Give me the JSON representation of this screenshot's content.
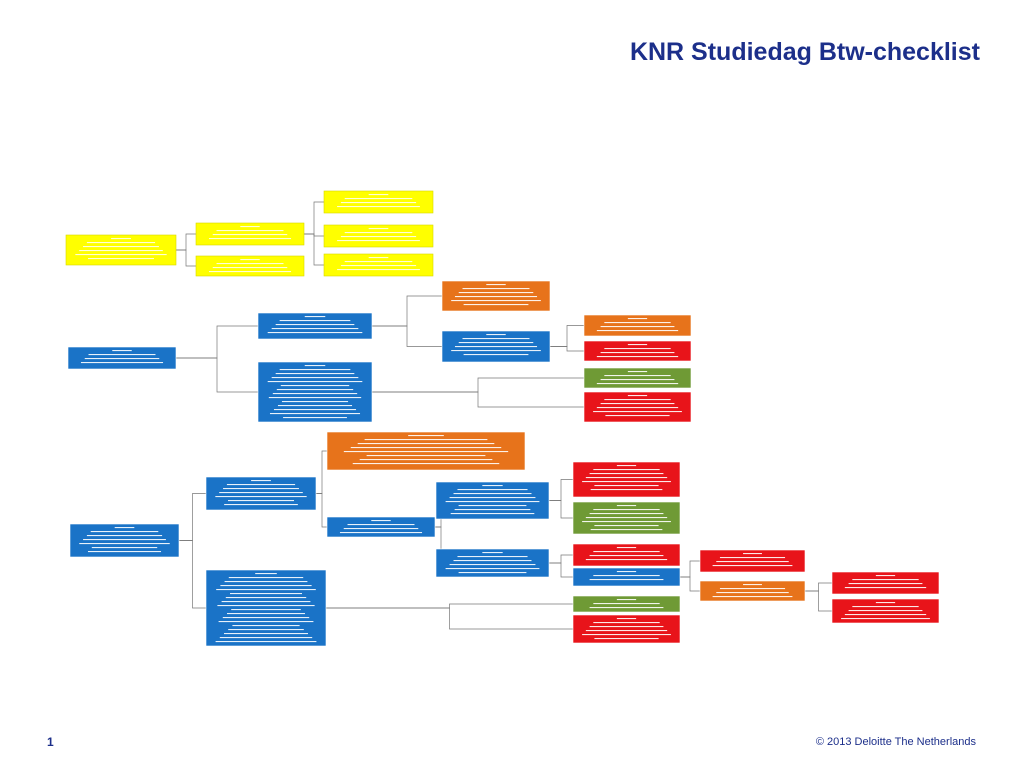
{
  "slide": {
    "title": "KNR Studiedag Btw-checklist",
    "page_number": "1",
    "copyright": "© 2013 Deloitte The Netherlands"
  },
  "colors": {
    "yellow": "#ffff00",
    "blue": "#1a73c7",
    "orange": "#e7731b",
    "red": "#e8141a",
    "green": "#6f9a35",
    "connector": "#777777"
  },
  "flowchart": {
    "nodes": [
      {
        "id": "y-root",
        "color": "yellow",
        "text": ""
      },
      {
        "id": "y-mid-1",
        "color": "yellow",
        "text": ""
      },
      {
        "id": "y-mid-2",
        "color": "yellow",
        "text": ""
      },
      {
        "id": "y-leaf-1",
        "color": "yellow",
        "text": ""
      },
      {
        "id": "y-leaf-2",
        "color": "yellow",
        "text": ""
      },
      {
        "id": "y-leaf-3",
        "color": "yellow",
        "text": ""
      },
      {
        "id": "b-root-1",
        "color": "blue",
        "text": ""
      },
      {
        "id": "b-ja-1",
        "color": "blue",
        "text": ""
      },
      {
        "id": "b-nee-1",
        "color": "blue",
        "text": ""
      },
      {
        "id": "o-ja-1",
        "color": "orange",
        "text": ""
      },
      {
        "id": "b-nee-2",
        "color": "blue",
        "text": ""
      },
      {
        "id": "o-ja-2",
        "color": "orange",
        "text": ""
      },
      {
        "id": "r-nee-1",
        "color": "red",
        "text": ""
      },
      {
        "id": "g-ja-1",
        "color": "green",
        "text": ""
      },
      {
        "id": "r-nee-2",
        "color": "red",
        "text": ""
      },
      {
        "id": "b-root-2",
        "color": "blue",
        "text": ""
      },
      {
        "id": "b-ja-2",
        "color": "blue",
        "text": ""
      },
      {
        "id": "b-nee-3",
        "color": "blue",
        "text": ""
      },
      {
        "id": "o-ja-3",
        "color": "orange",
        "text": ""
      },
      {
        "id": "b-nee-4",
        "color": "blue",
        "text": ""
      },
      {
        "id": "b-ja-3",
        "color": "blue",
        "text": ""
      },
      {
        "id": "b-ja-4",
        "color": "blue",
        "text": ""
      },
      {
        "id": "r-ja-1",
        "color": "red",
        "text": ""
      },
      {
        "id": "g-nee-1",
        "color": "green",
        "text": ""
      },
      {
        "id": "r-ja-2",
        "color": "red",
        "text": ""
      },
      {
        "id": "g-ja-2",
        "color": "green",
        "text": ""
      },
      {
        "id": "r-nee-3",
        "color": "red",
        "text": ""
      },
      {
        "id": "r-ja-3",
        "color": "red",
        "text": ""
      },
      {
        "id": "b-nee-5",
        "color": "blue",
        "text": ""
      },
      {
        "id": "o-ja-4",
        "color": "orange",
        "text": ""
      },
      {
        "id": "r-nee-4",
        "color": "red",
        "text": ""
      }
    ],
    "edges": [
      [
        "y-root",
        "y-mid-1"
      ],
      [
        "y-root",
        "y-mid-2"
      ],
      [
        "y-mid-1",
        "y-leaf-1"
      ],
      [
        "y-mid-1",
        "y-leaf-2"
      ],
      [
        "y-mid-1",
        "y-leaf-3"
      ],
      [
        "b-root-1",
        "b-ja-1"
      ],
      [
        "b-root-1",
        "b-nee-1"
      ],
      [
        "b-ja-1",
        "o-ja-1"
      ],
      [
        "b-ja-1",
        "b-nee-2"
      ],
      [
        "b-nee-2",
        "o-ja-2"
      ],
      [
        "b-nee-2",
        "r-nee-1"
      ],
      [
        "b-nee-1",
        "g-ja-1"
      ],
      [
        "b-nee-1",
        "r-nee-2"
      ],
      [
        "b-root-2",
        "b-ja-2"
      ],
      [
        "b-root-2",
        "b-nee-3"
      ],
      [
        "b-ja-2",
        "o-ja-3"
      ],
      [
        "b-ja-2",
        "b-nee-4"
      ],
      [
        "b-nee-4",
        "b-ja-3"
      ],
      [
        "b-nee-4",
        "b-ja-4"
      ],
      [
        "b-ja-3",
        "r-ja-1"
      ],
      [
        "b-ja-3",
        "g-nee-1"
      ],
      [
        "b-ja-4",
        "r-ja-2"
      ],
      [
        "b-ja-4",
        "b-nee-5"
      ],
      [
        "b-nee-3",
        "g-ja-2"
      ],
      [
        "b-nee-3",
        "r-nee-3"
      ],
      [
        "b-nee-5",
        "r-ja-3"
      ],
      [
        "b-nee-5",
        "o-ja-4"
      ]
    ]
  }
}
